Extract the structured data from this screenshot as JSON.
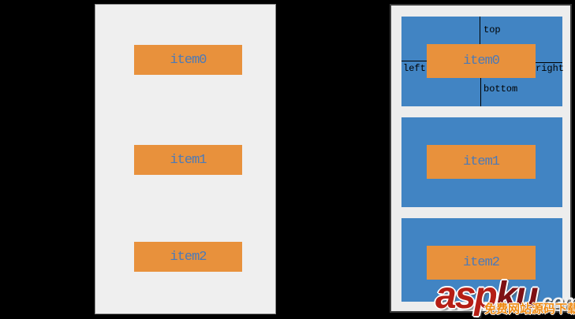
{
  "left_panel": {
    "items": [
      {
        "label": "item0"
      },
      {
        "label": "item1"
      },
      {
        "label": "item2"
      }
    ]
  },
  "right_panel": {
    "boxes": [
      {
        "label": "item0",
        "annotations": {
          "top": "top",
          "bottom": "bottom",
          "left": "left",
          "right": "right"
        }
      },
      {
        "label": "item1"
      },
      {
        "label": "item2"
      }
    ]
  },
  "watermark": {
    "brand_part1": "asp",
    "brand_part2": "ku",
    "brand_tld": ".com",
    "tagline": "免费网站源码下载站!"
  },
  "colors": {
    "background": "#000000",
    "panel_bg": "#efefef",
    "container_blue": "#4184c3",
    "item_orange": "#e8913c",
    "item_text": "#4c7ab8",
    "annotation": "#000000",
    "brand_red_primary": "#b51e15",
    "brand_red_dark": "#7e1114",
    "tagline_orange": "#ee8a12"
  }
}
